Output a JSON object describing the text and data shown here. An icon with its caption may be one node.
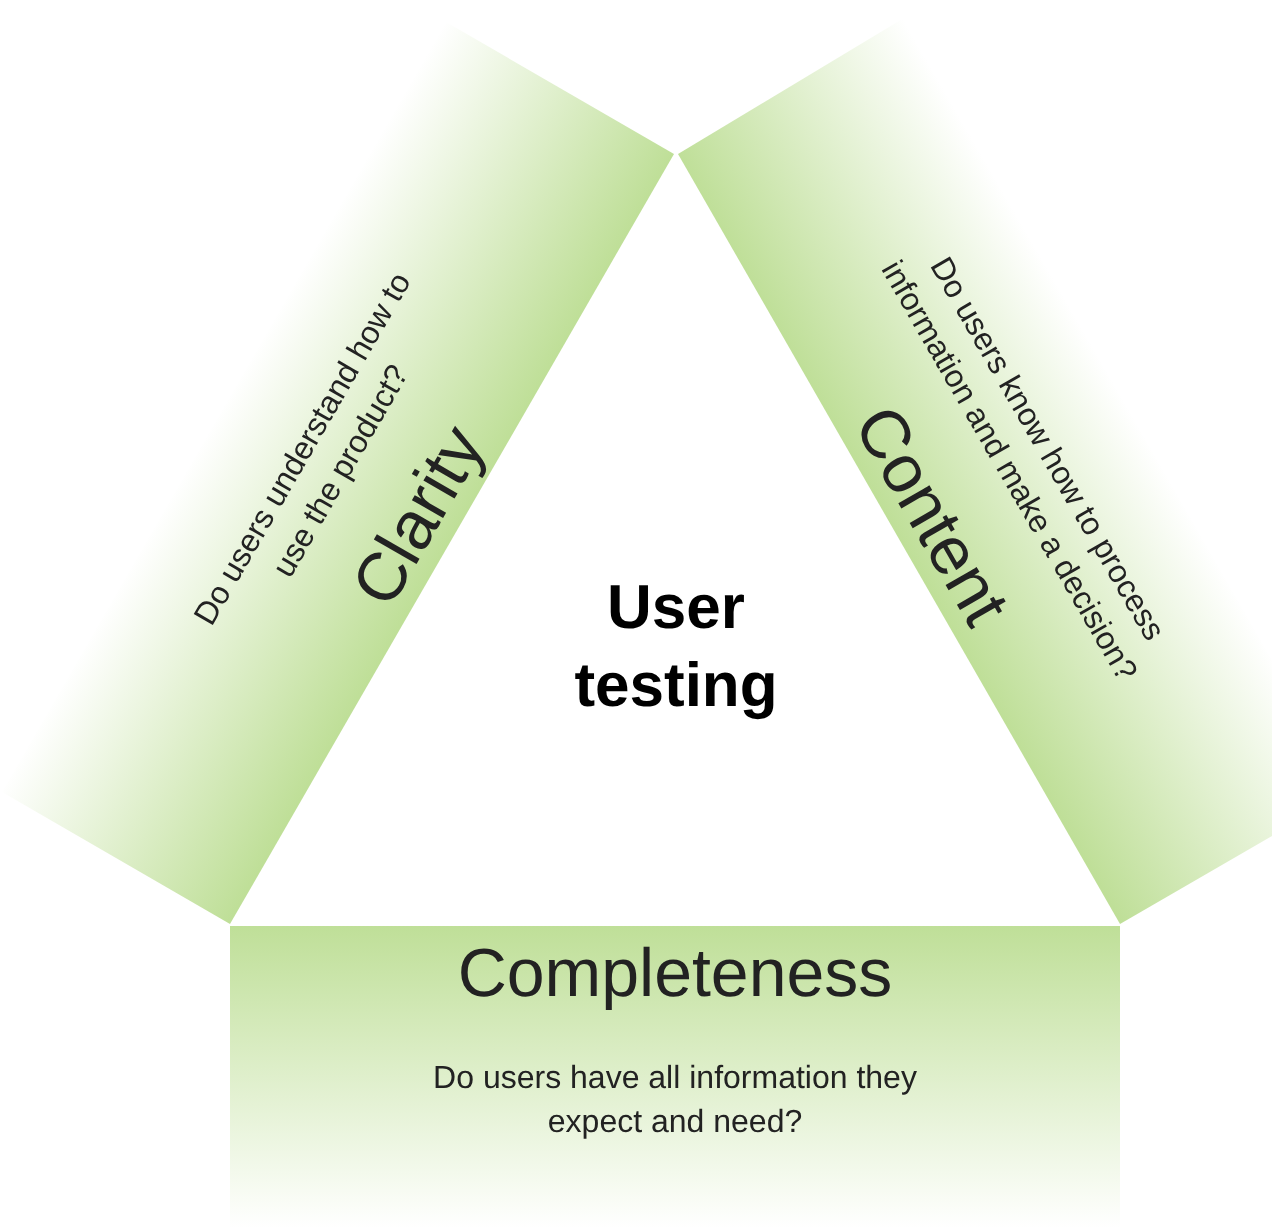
{
  "diagram": {
    "nodes": [
      {
        "text": [
          "User testing"
        ]
      },
      {
        "text": [
          "Clarity",
          "Do users understand how to use the product?"
        ]
      },
      {
        "text": [
          "Content",
          "Do users know how to process information and make a decision?"
        ]
      },
      {
        "text": [
          "Completeness",
          "Do users have all information they expect and need?"
        ]
      }
    ]
  }
}
